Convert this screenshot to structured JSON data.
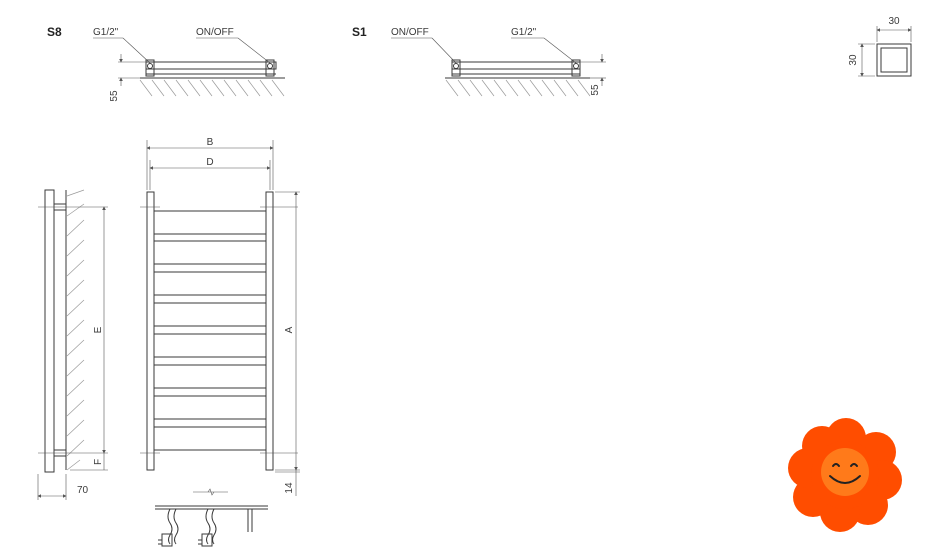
{
  "view_s8": {
    "label": "S8",
    "connection": "G1/2\"",
    "switch": "ON/OFF",
    "depth": "55"
  },
  "view_s1": {
    "label": "S1",
    "switch": "ON/OFF",
    "connection": "G1/2\"",
    "depth": "55"
  },
  "profile": {
    "width": "30",
    "height": "30"
  },
  "front": {
    "dim_b": "B",
    "dim_d": "D",
    "dim_a": "A",
    "dim_bottom": "14"
  },
  "side": {
    "dim_e": "E",
    "dim_f": "F",
    "depth": "70"
  },
  "colors": {
    "line": "#3a3a3a",
    "hatch": "#9a9a9a",
    "mascot_orange": "#ff4d00",
    "mascot_face": "#ff7a1a"
  },
  "icons": {
    "mascot": "smiling-flower-icon"
  }
}
